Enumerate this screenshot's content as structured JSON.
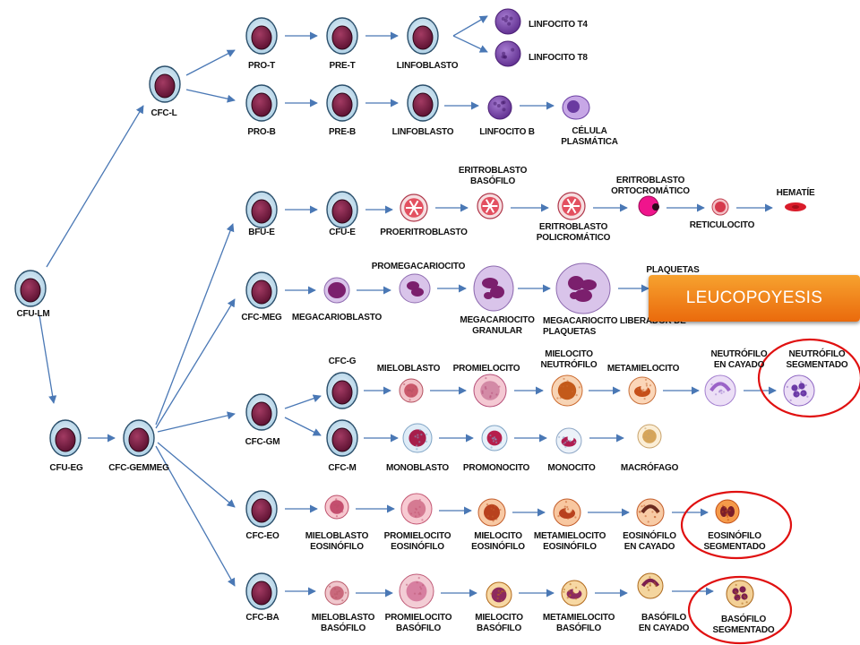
{
  "labels": {
    "cfu_lm": "CFU-LM",
    "cfc_l": "CFC-L",
    "pro_t": "PRO-T",
    "pre_t": "PRE-T",
    "linfoblasto_t": "LINFOBLASTO",
    "linfocito_t4": "LINFOCITO T4",
    "linfocito_t8": "LINFOCITO T8",
    "pro_b": "PRO-B",
    "pre_b": "PRE-B",
    "linfoblasto_b": "LINFOBLASTO",
    "linfocito_b": "LINFOCITO B",
    "celula_plasmatica": "CÉLULA\nPLASMÁTICA",
    "bfu_e": "BFU-E",
    "cfu_e": "CFU-E",
    "proeritroblasto": "PROERITROBLASTO",
    "eritroblasto_basofilo": "ERITROBLASTO\nBASÓFILO",
    "eritroblasto_policromatico": "ERITROBLASTO\nPOLICROMÁTICO",
    "eritroblasto_ortocromatico": "ERITROBLASTO\nORTOCROMÁTICO",
    "reticulocito": "RETICULOCITO",
    "hematie": "HEMATÍE",
    "cfc_meg": "CFC-MEG",
    "megacarioblasto": "MEGACARIOBLASTO",
    "promegacariocito": "PROMEGACARIOCITO",
    "megacariocito_granular": "MEGACARIOCITO\nGRANULAR",
    "megacariocito_liberador": "MEGACARIOCITO LIBERADOR DE\nPLAQUETAS",
    "plaquetas": "PLAQUETAS",
    "cfu_eg": "CFU-EG",
    "cfc_gemmeg": "CFC-GEMMEG",
    "cfc_gm": "CFC-GM",
    "cfc_g": "CFC-G",
    "cfc_m": "CFC-M",
    "mieloblasto": "MIELOBLASTO",
    "promielocito": "PROMIELOCITO",
    "mielocito_neutrofilo": "MIELOCITO\nNEUTRÓFILO",
    "metamielocito": "METAMIELOCITO",
    "neutrofilo_cayado": "NEUTRÓFILO\nEN CAYADO",
    "neutrofilo_segmentado": "NEUTRÓFILO\nSEGMENTADO",
    "monoblasto": "MONOBLASTO",
    "promonocito": "PROMONOCITO",
    "monocito": "MONOCITO",
    "macrofago": "MACRÓFAGO",
    "cfc_eo": "CFC-EO",
    "mieloblasto_eo": "MIELOBLASTO\nEOSINÓFILO",
    "promielocito_eo": "PROMIELOCITO\nEOSINÓFILO",
    "mielocito_eo": "MIELOCITO\nEOSINÓFILO",
    "metamielocito_eo": "METAMIELOCITO\nEOSINÓFILO",
    "eosinofilo_cayado": "EOSINÓFILO\nEN CAYADO",
    "eosinofilo_segmentado": "EOSINÓFILO\nSEGMENTADO",
    "cfc_ba": "CFC-BA",
    "mieloblasto_ba": "MIELOBLASTO\nBASÓFILO",
    "promielocito_ba": "PROMIELOCITO\nBASÓFILO",
    "mielocito_ba": "MIELOCITO\nBASÓFILO",
    "metamielocito_ba": "METAMIELOCITO\nBASÓFILO",
    "basofilo_cayado": "BASÓFILO\nEN CAYADO",
    "basofilo_segmentado": "BASÓFILO\nSEGMENTADO"
  },
  "banner": "LEUCOPOYESIS",
  "colors": {
    "arrow": "#4a78b5",
    "stem_ring": "#9fc3dc",
    "stem_nucleus": "#6e1f3c",
    "highlight_circle": "#e01010",
    "banner_top": "#f7a22f",
    "banner_bottom": "#ea6a0c"
  },
  "icons": [
    "stem-cell-icon",
    "lymphocyte-icon",
    "erythroblast-icon",
    "megakaryocyte-icon",
    "granulocyte-icon",
    "monocyte-icon",
    "red-cell-icon"
  ]
}
